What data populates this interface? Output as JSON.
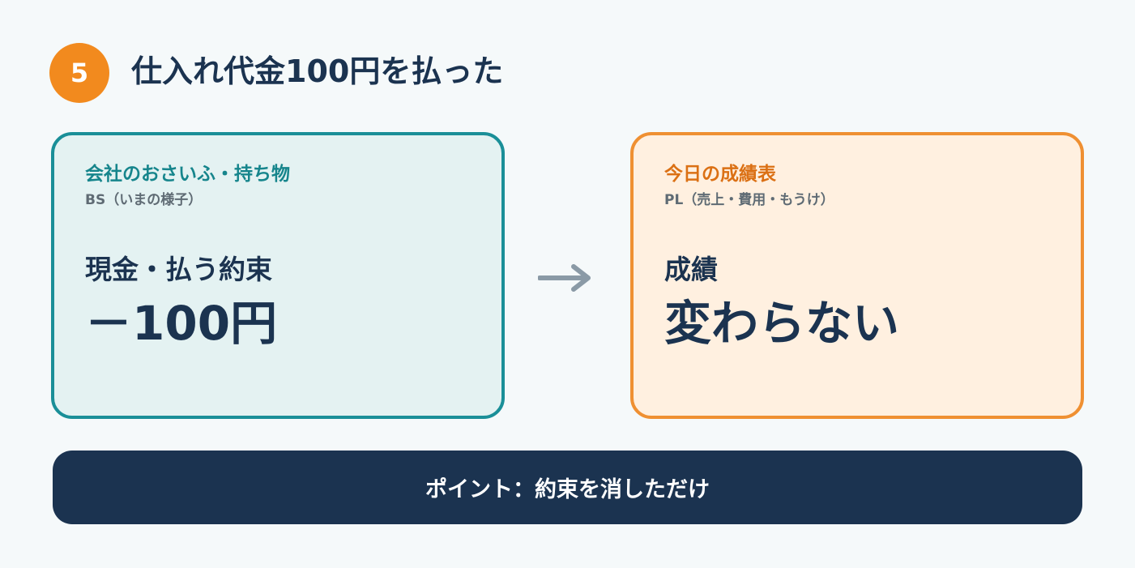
{
  "header": {
    "step_number": "5",
    "title": "仕入れ代金100円を払った"
  },
  "bs_card": {
    "heading": "会社のおさいふ・持ち物",
    "subheading": "BS（いまの様子）",
    "label": "現金・払う約束",
    "value": "－100円"
  },
  "arrow": {
    "icon": "right-arrow-icon"
  },
  "pl_card": {
    "heading": "今日の成績表",
    "subheading": "PL（売上・費用・もうけ）",
    "label": "成績",
    "value": "変わらない"
  },
  "point": {
    "text": "ポイント：約束を消しただけ"
  },
  "colors": {
    "badge": "#f28a1e",
    "navy": "#1b3350",
    "teal": "#1a8f98",
    "orange": "#ef9032",
    "teal_bg": "#e4f2f2",
    "orange_bg": "#fff0e0"
  }
}
